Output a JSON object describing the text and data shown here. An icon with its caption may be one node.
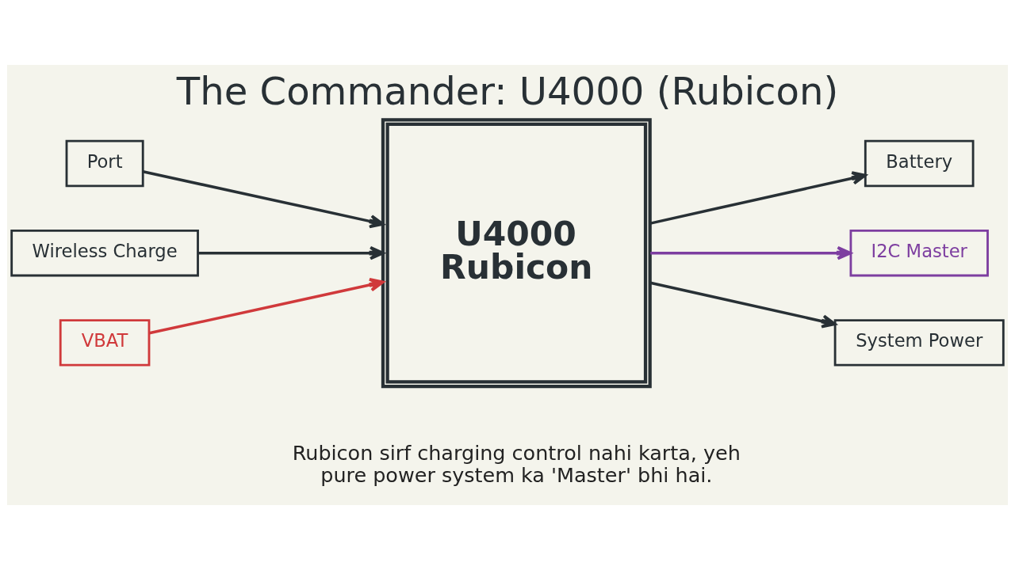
{
  "diagram": {
    "title": "The Commander: U4000 (Rubicon)",
    "caption": "Rubicon sirf charging control nahi karta, yeh pure power system ka 'Master' bhi hai.",
    "nodes": [
      {
        "text": [
          "Port"
        ]
      },
      {
        "text": [
          "Wireless Charge"
        ]
      },
      {
        "text": [
          "VBAT"
        ]
      },
      {
        "text": [
          "U4000 Rubicon"
        ]
      },
      {
        "text": [
          "Battery"
        ]
      },
      {
        "text": [
          "I2C Master"
        ]
      },
      {
        "text": [
          "System Power"
        ]
      }
    ],
    "edges": [
      {
        "from": 0,
        "to": 3,
        "arrow": "to"
      },
      {
        "from": 1,
        "to": 3,
        "arrow": "to"
      },
      {
        "from": 2,
        "to": 3,
        "arrow": "to",
        "color": "#d0393b"
      },
      {
        "from": 3,
        "to": 4,
        "arrow": "to"
      },
      {
        "from": 3,
        "to": 5,
        "arrow": "to",
        "color": "#7d3ea0"
      },
      {
        "from": 3,
        "to": 6,
        "arrow": "to"
      }
    ]
  }
}
